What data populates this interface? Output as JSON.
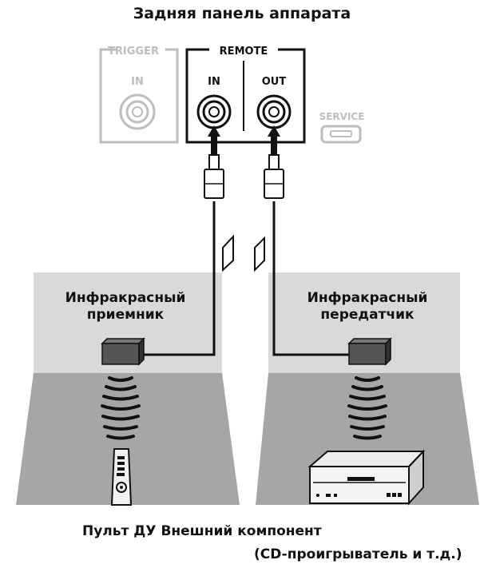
{
  "title": "Задняя панель аппарата",
  "panel": {
    "trigger_label": "TRIGGER",
    "trigger_in_label": "IN",
    "remote_label": "REMOTE",
    "remote_in_label": "IN",
    "remote_out_label": "OUT",
    "service_label": "SERVICE"
  },
  "receiver_zone": {
    "label_line1": "Инфракрасный",
    "label_line2": "приемник"
  },
  "transmitter_zone": {
    "label_line1": "Инфракрасный",
    "label_line2": "передатчик"
  },
  "bottom_caption": {
    "line1": "Пульт ДУ Внешний компонент",
    "line2": "(CD-проигрыватель и т.д.)"
  },
  "colors": {
    "zone_top": "#d9d9d9",
    "zone_floor": "#a6a6a6",
    "line": "#111111",
    "panel_inactive": "#bbbbbb"
  }
}
